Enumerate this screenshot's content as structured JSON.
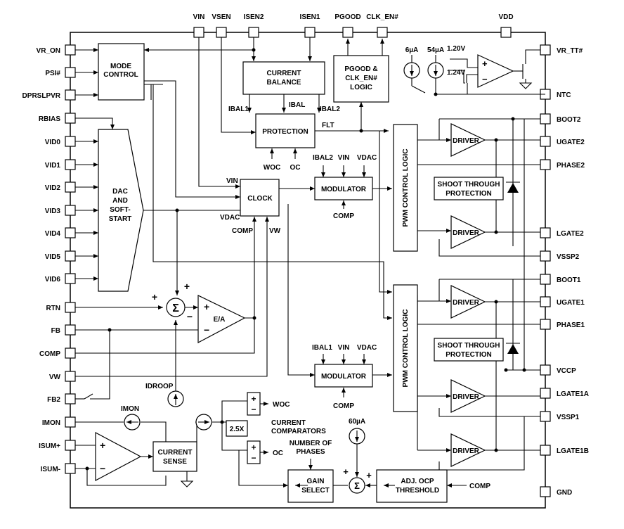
{
  "pins": {
    "top": {
      "vin": "VIN",
      "vsen": "VSEN",
      "isen2": "ISEN2",
      "isen1": "ISEN1",
      "pgood": "PGOOD",
      "clk_en": "CLK_EN#",
      "vdd": "VDD"
    },
    "left": {
      "vr_on": "VR_ON",
      "psi": "PSI#",
      "dprslpvr": "DPRSLPVR",
      "rbias": "RBIAS",
      "vid0": "VID0",
      "vid1": "VID1",
      "vid2": "VID2",
      "vid3": "VID3",
      "vid4": "VID4",
      "vid5": "VID5",
      "vid6": "VID6",
      "rtn": "RTN",
      "fb": "FB",
      "comp": "COMP",
      "vw": "VW",
      "fb2": "FB2",
      "imon": "IMON",
      "isum_p": "ISUM+",
      "isum_n": "ISUM-"
    },
    "right": {
      "vr_tt": "VR_TT#",
      "ntc": "NTC",
      "boot2": "BOOT2",
      "ugate2": "UGATE2",
      "phase2": "PHASE2",
      "lgate2": "LGATE2",
      "vssp2": "VSSP2",
      "boot1": "BOOT1",
      "ugate1": "UGATE1",
      "phase1": "PHASE1",
      "vccp": "VCCP",
      "lgate1a": "LGATE1A",
      "vssp1": "VSSP1",
      "lgate1b": "LGATE1B",
      "gnd": "GND"
    }
  },
  "blocks": {
    "mode_control": [
      "MODE",
      "CONTROL"
    ],
    "current_balance": [
      "CURRENT",
      "BALANCE"
    ],
    "pgood_logic": [
      "PGOOD &",
      "CLK_EN#",
      "LOGIC"
    ],
    "protection": "PROTECTION",
    "dac": [
      "DAC",
      "AND",
      "SOFT-",
      "START"
    ],
    "clock": "CLOCK",
    "modulator_top": "MODULATOR",
    "modulator_bottom": "MODULATOR",
    "pwm_top": "PWM CONTROL LOGIC",
    "pwm_bottom": "PWM CONTROL LOGIC",
    "driver": "DRIVER",
    "shoot_through": [
      "SHOOT THROUGH",
      "PROTECTION"
    ],
    "ea": "E/A",
    "current_sense": [
      "CURRENT",
      "SENSE"
    ],
    "gain_select": [
      "GAIN",
      "SELECT"
    ],
    "adj_ocp": [
      "ADJ. OCP",
      "THRESHOLD"
    ],
    "gain_2p5x": "2.5X"
  },
  "labels": {
    "ibal1": "IBAL1",
    "ibal": "IBAL",
    "ibal2": "IBAL2",
    "flt": "FLT",
    "woc": "WOC",
    "oc": "OC",
    "vin": "VIN",
    "vdac": "VDAC",
    "comp": "COMP",
    "vw": "VW",
    "idroop": "IDROOP",
    "imon": "IMON",
    "current_comparators": [
      "CURRENT",
      "COMPARATORS"
    ],
    "number_of_phases": [
      "NUMBER OF",
      "PHASES"
    ],
    "i_6ua": "6µA",
    "i_54ua": "54µA",
    "v_1p20": "1.20V",
    "v_1p24": "1.24V",
    "i_60ua": "60µA",
    "plus": "+",
    "minus": "−",
    "sigma": "Σ"
  }
}
